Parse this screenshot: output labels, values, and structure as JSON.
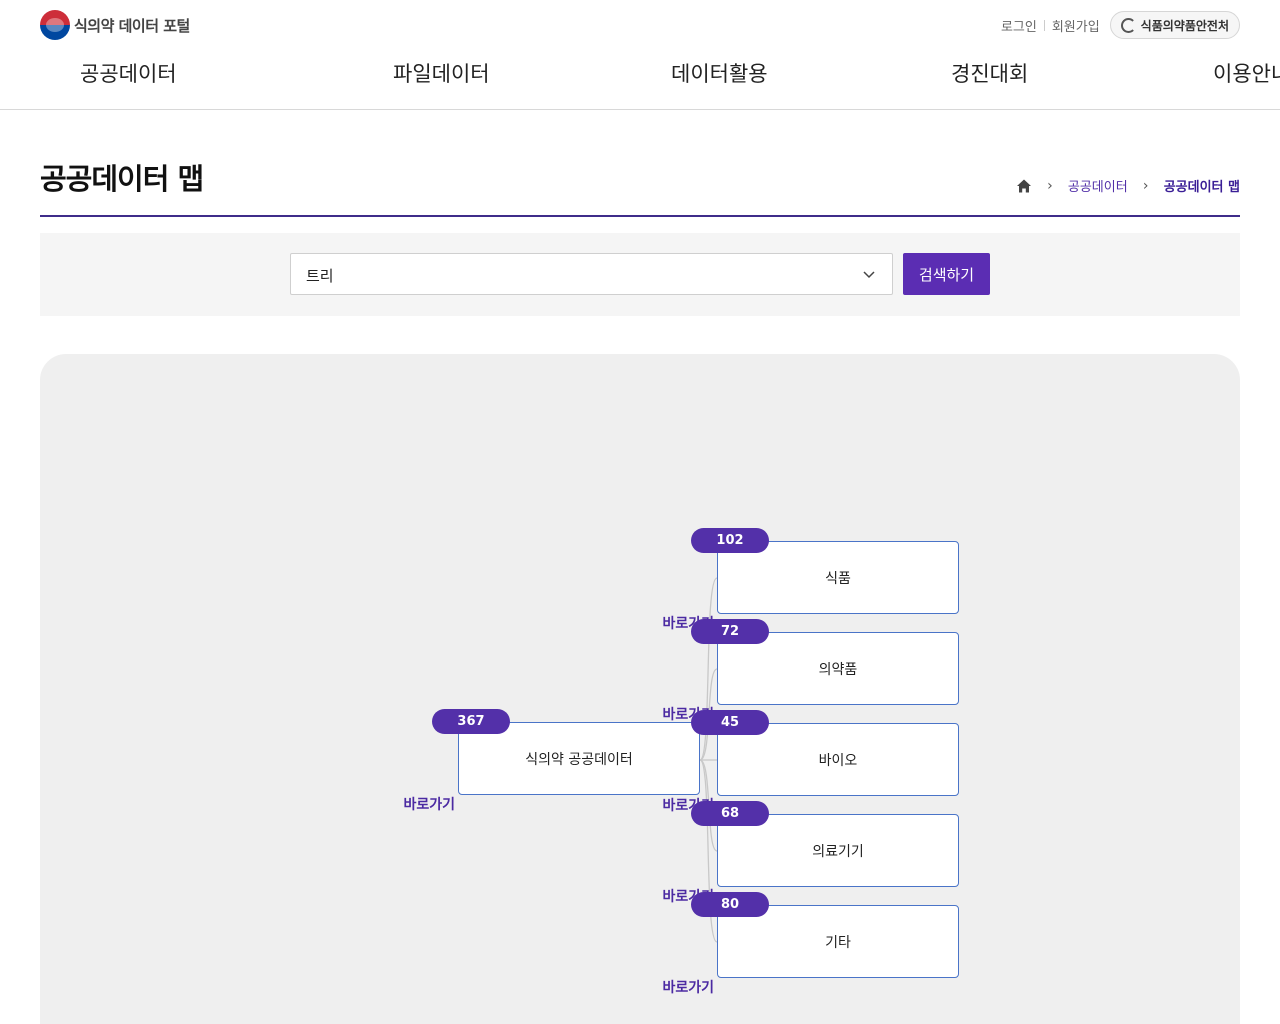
{
  "header": {
    "logo_text": "식의약 데이터 포털",
    "login": "로그인",
    "signup": "회원가입",
    "ministry": "식품의약품안전처"
  },
  "nav": {
    "items": [
      {
        "label": "공공데이터"
      },
      {
        "label": "파일데이터"
      },
      {
        "label": "데이터활용"
      },
      {
        "label": "경진대회"
      },
      {
        "label": "이용안내"
      }
    ]
  },
  "page": {
    "title": "공공데이터 맵",
    "breadcrumb": [
      "공공데이터",
      "공공데이터 맵"
    ]
  },
  "search": {
    "selected": "트리",
    "button": "검색하기"
  },
  "tree": {
    "link_label": "바로가기",
    "root": {
      "label": "식의약 공공데이터",
      "count": "367"
    },
    "children": [
      {
        "label": "식품",
        "count": "102"
      },
      {
        "label": "의약품",
        "count": "72"
      },
      {
        "label": "바이오",
        "count": "45"
      },
      {
        "label": "의료기기",
        "count": "68"
      },
      {
        "label": "기타",
        "count": "80"
      }
    ]
  },
  "colors": {
    "accent": "#5b2db3",
    "badge": "#5330a9",
    "node_border": "#4a74c8",
    "title_line": "#3f2c8a"
  }
}
